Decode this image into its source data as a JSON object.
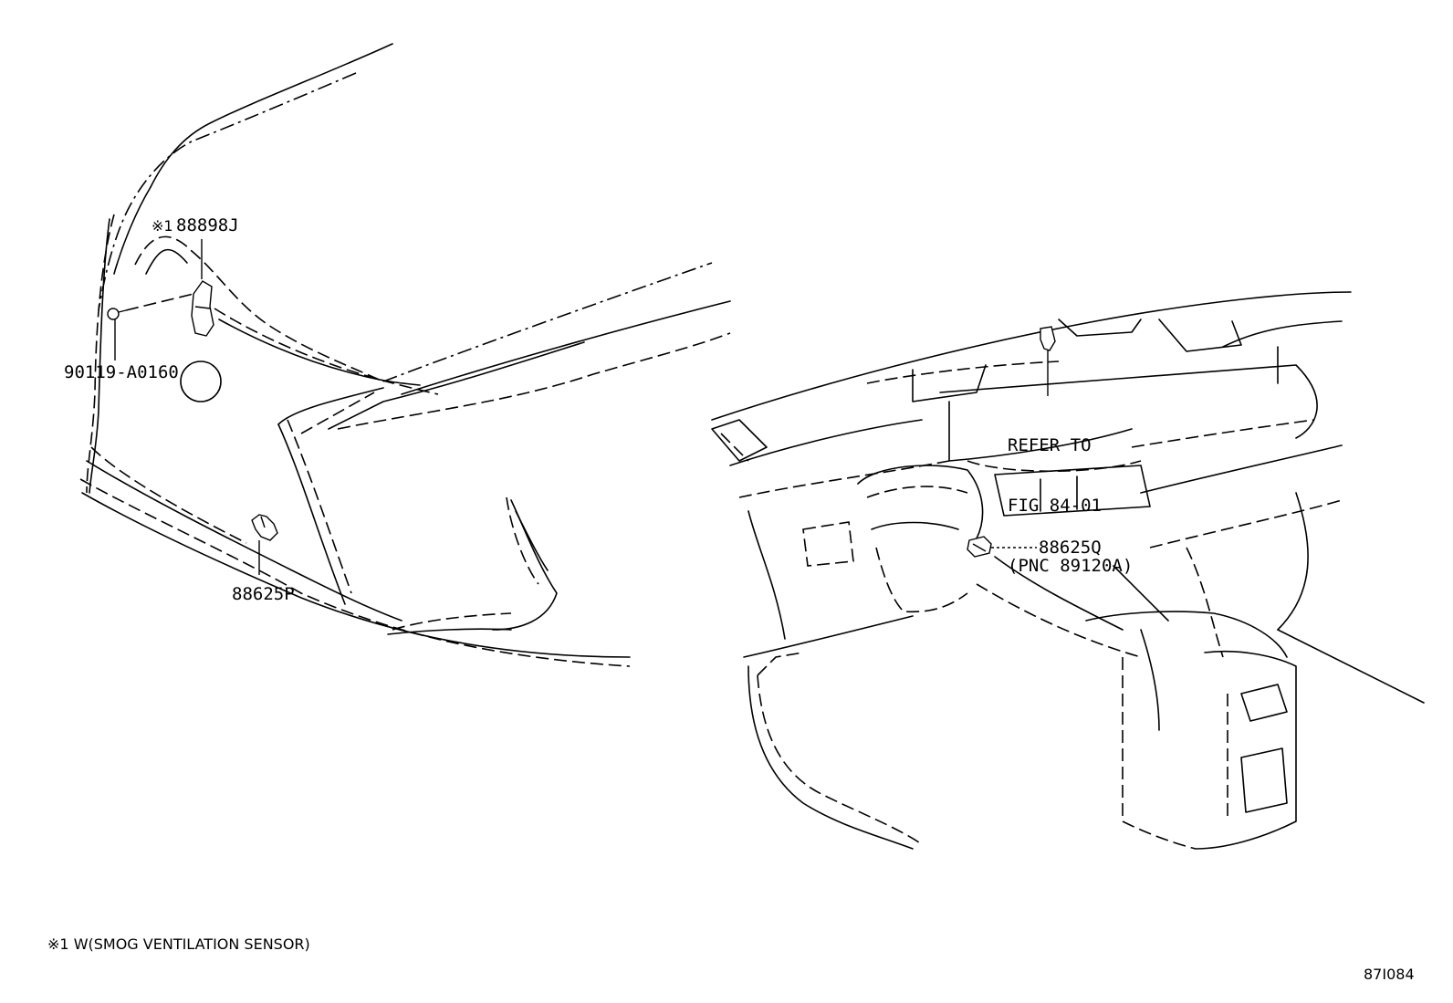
{
  "callouts": {
    "sensor_mark": "※1",
    "sensor_part": "88898J",
    "bolt_part": "90119-A0160",
    "front_sensor_part": "88625P",
    "dash_sensor_part": "88625Q",
    "refer_line1": "REFER TO",
    "refer_line2": "FIG 84-01",
    "refer_line3": "(PNC 89120A)"
  },
  "footnote": {
    "mark": "※1",
    "text": "W(SMOG VENTILATION SENSOR)"
  },
  "figure_id": "87I084"
}
